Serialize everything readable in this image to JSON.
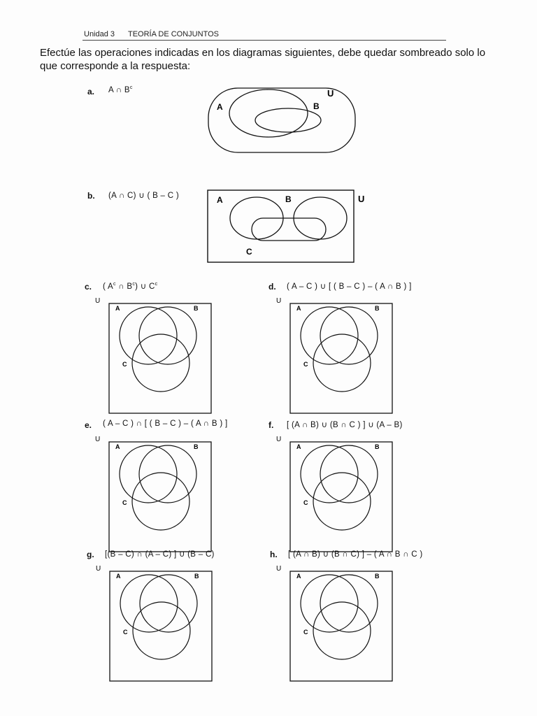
{
  "header": {
    "unit": "Unidad 3",
    "topic": "TEORÍA DE CONJUNTOS"
  },
  "instructions": "Efectúe las operaciones indicadas en los diagramas siguientes, debe quedar sombreado solo lo que corresponde a la respuesta:",
  "exercises": [
    {
      "letter": "a.",
      "operation": "A ∩ B",
      "sup": "c",
      "labels": {
        "universe": "U",
        "a": "A",
        "b": "B"
      }
    },
    {
      "letter": "b.",
      "operation": "(A ∩ C) ∪ ( B – C )",
      "labels": {
        "universe": "U",
        "a": "A",
        "b": "B",
        "c": "C"
      }
    },
    {
      "letter": "c.",
      "operation_parts": [
        "( A",
        "c",
        " ∩ B",
        "c",
        ") ∪ C",
        "c"
      ],
      "labels": {
        "universe": "U",
        "a": "A",
        "b": "B",
        "c": "C"
      }
    },
    {
      "letter": "d.",
      "operation": "( A – C ) ∪ [ ( B – C ) – ( A ∩ B ) ]",
      "labels": {
        "universe": "U",
        "a": "A",
        "b": "B",
        "c": "C"
      }
    },
    {
      "letter": "e.",
      "operation": "( A – C ) ∩ [ ( B – C ) – ( A ∩ B ) ]",
      "labels": {
        "universe": "U",
        "a": "A",
        "b": "B",
        "c": "C"
      }
    },
    {
      "letter": "f.",
      "operation": "[ (A ∩ B) ∪ (B ∩ C ) ] ∪ (A – B)",
      "labels": {
        "universe": "U",
        "a": "A",
        "b": "B",
        "c": "C"
      }
    },
    {
      "letter": "g.",
      "operation": "[(B – C) ∩ (A – C) ] ∪ (B – C)",
      "labels": {
        "universe": "U",
        "a": "A",
        "b": "B",
        "c": "C"
      }
    },
    {
      "letter": "h.",
      "operation": "[ (A ∩ B) ∪ (B ∩ C) ] – ( A ∩ B ∩ C )",
      "labels": {
        "universe": "U",
        "a": "A",
        "b": "B",
        "c": "C"
      }
    }
  ]
}
